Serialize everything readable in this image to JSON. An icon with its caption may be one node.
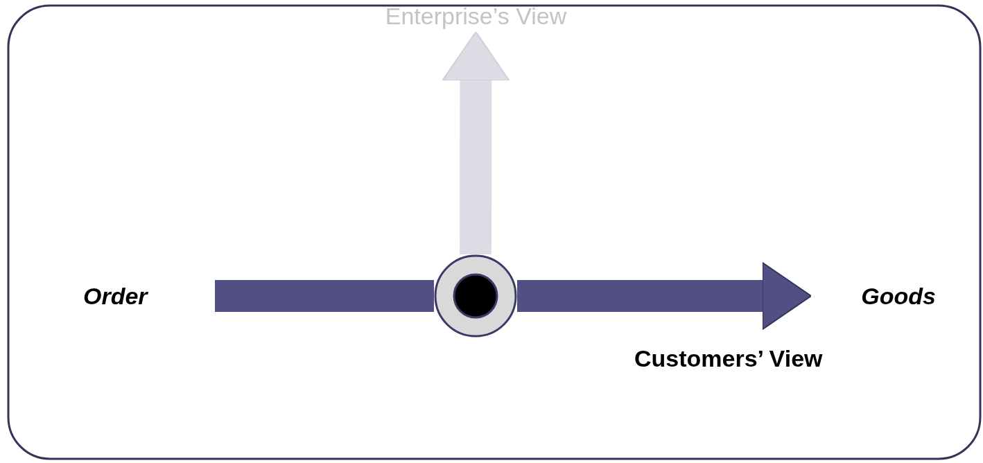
{
  "diagram": {
    "nodes": [
      {
        "text": [
          "Order"
        ]
      },
      {
        "text": [
          "Goods"
        ]
      },
      {
        "text": [],
        "shape": "circle"
      },
      {
        "text": [
          "Enterprise’s View"
        ]
      }
    ],
    "edges": [
      {
        "from": 0,
        "to": 2,
        "arrow": "none",
        "color": "#524f85"
      },
      {
        "from": 2,
        "to": 1,
        "arrow": "to",
        "color": "#524f85"
      },
      {
        "from": 2,
        "to": 3,
        "arrow": "to",
        "color": "#dcdce4"
      }
    ],
    "labels": [
      "Customers’ View"
    ]
  }
}
